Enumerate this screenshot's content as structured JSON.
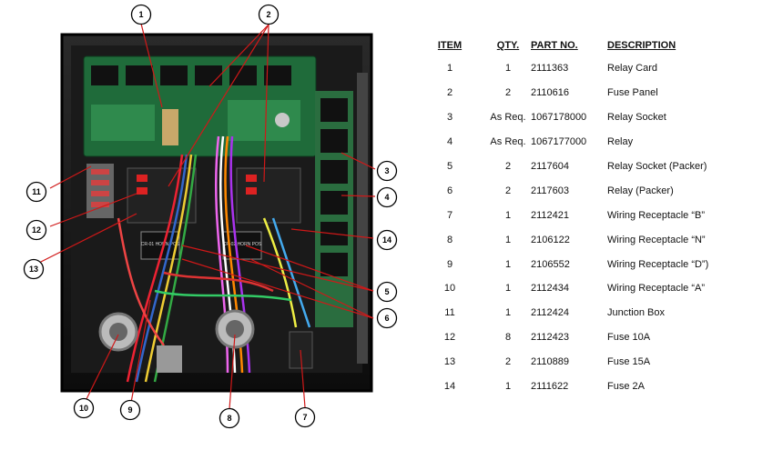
{
  "photo": {
    "callouts": [
      "1",
      "2",
      "3",
      "4",
      "5",
      "6",
      "7",
      "8",
      "9",
      "10",
      "11",
      "12",
      "13",
      "14"
    ],
    "relay_labels": [
      "CR-01 HORN POS",
      "CR-02 HORN POS"
    ]
  },
  "table": {
    "headers": {
      "item": "ITEM",
      "qty": "QTY.",
      "part_no": "PART NO.",
      "description": "DESCRIPTION"
    },
    "rows": [
      {
        "item": "1",
        "qty": "1",
        "part_no": "2111363",
        "description": "Relay Card"
      },
      {
        "item": "2",
        "qty": "2",
        "part_no": "2110616",
        "description": "Fuse Panel"
      },
      {
        "item": "3",
        "qty": "As Req.",
        "part_no": "1067178000",
        "description": "Relay Socket"
      },
      {
        "item": "4",
        "qty": "As Req.",
        "part_no": "1067177000",
        "description": "Relay"
      },
      {
        "item": "5",
        "qty": "2",
        "part_no": "2117604",
        "description": "Relay Socket (Packer)"
      },
      {
        "item": "6",
        "qty": "2",
        "part_no": "2117603",
        "description": "Relay (Packer)"
      },
      {
        "item": "7",
        "qty": "1",
        "part_no": "2112421",
        "description": "Wiring Receptacle “B”"
      },
      {
        "item": "8",
        "qty": "1",
        "part_no": "2106122",
        "description": "Wiring Receptacle “N”"
      },
      {
        "item": "9",
        "qty": "1",
        "part_no": "2106552",
        "description": "Wiring Receptacle “D”)"
      },
      {
        "item": "10",
        "qty": "1",
        "part_no": "2112434",
        "description": "Wiring Receptacle “A”"
      },
      {
        "item": "11",
        "qty": "1",
        "part_no": "2112424",
        "description": "Junction Box"
      },
      {
        "item": "12",
        "qty": "8",
        "part_no": "2112423",
        "description": "Fuse 10A"
      },
      {
        "item": "13",
        "qty": "2",
        "part_no": "2110889",
        "description": "Fuse 15A"
      },
      {
        "item": "14",
        "qty": "1",
        "part_no": "2111622",
        "description": "Fuse 2A"
      }
    ]
  }
}
